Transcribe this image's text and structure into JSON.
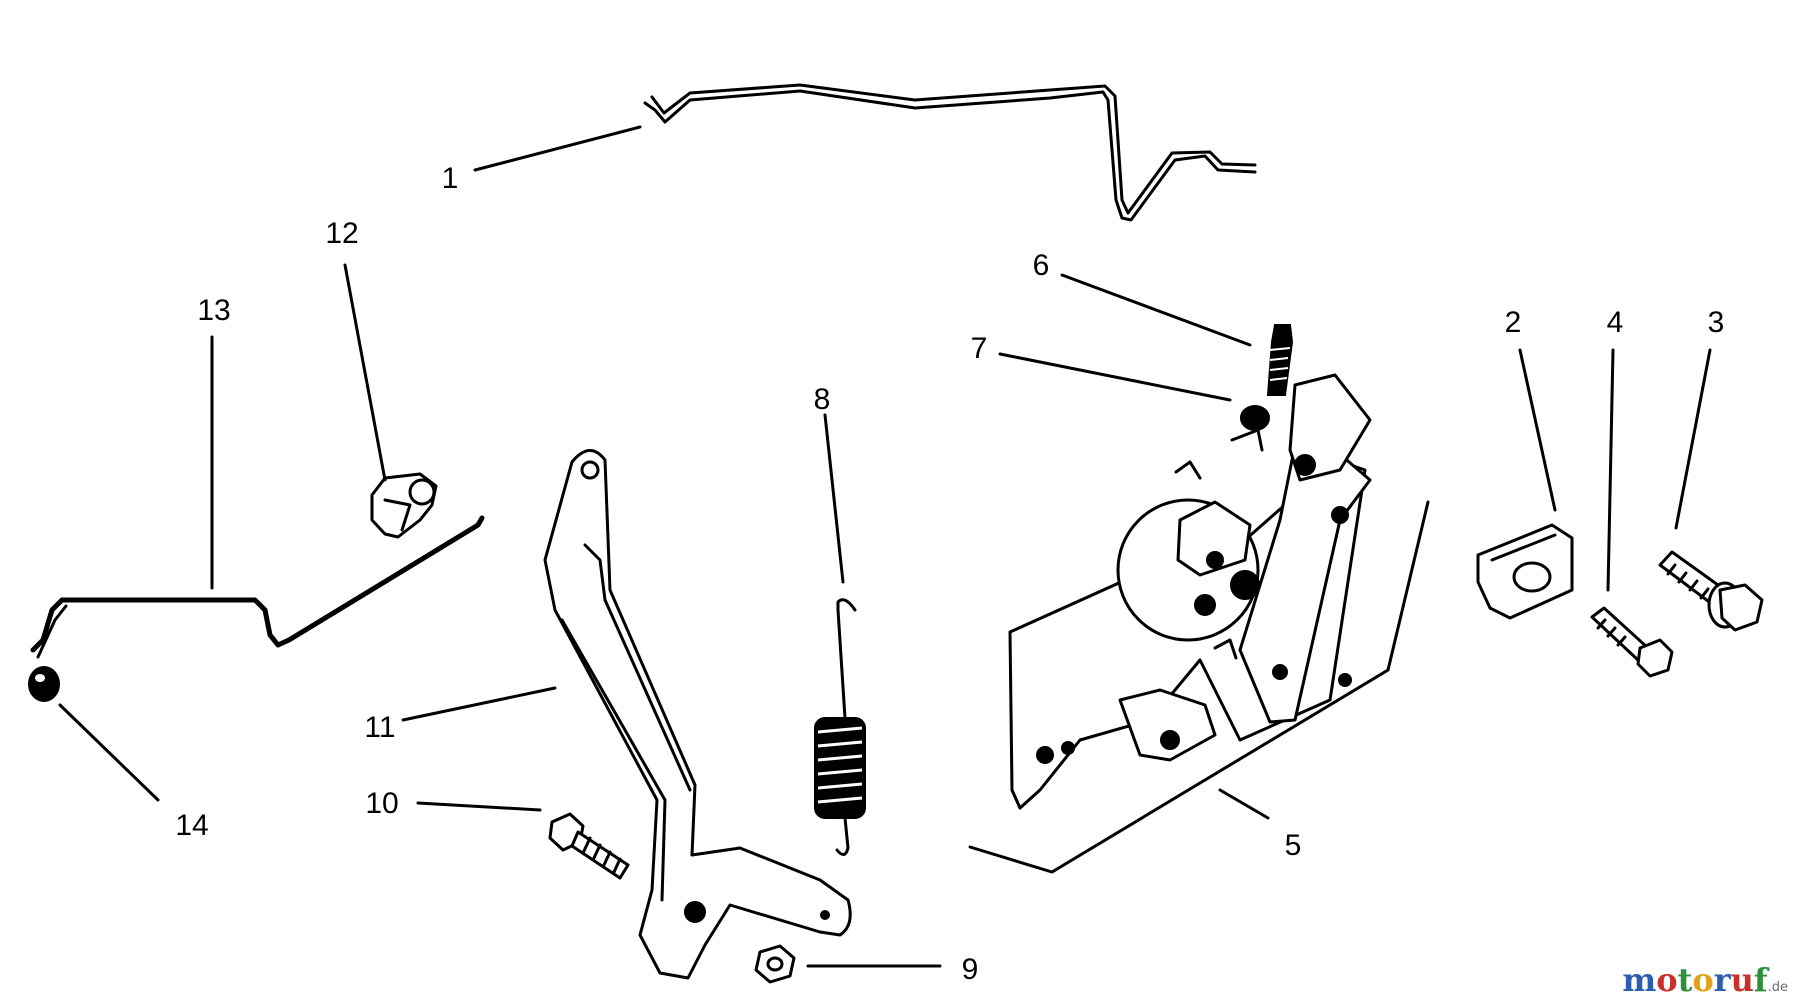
{
  "diagram": {
    "callouts": [
      {
        "id": "1",
        "label": "1"
      },
      {
        "id": "2",
        "label": "2"
      },
      {
        "id": "3",
        "label": "3"
      },
      {
        "id": "4",
        "label": "4"
      },
      {
        "id": "5",
        "label": "5"
      },
      {
        "id": "6",
        "label": "6"
      },
      {
        "id": "7",
        "label": "7"
      },
      {
        "id": "8",
        "label": "8"
      },
      {
        "id": "9",
        "label": "9"
      },
      {
        "id": "10",
        "label": "10"
      },
      {
        "id": "11",
        "label": "11"
      },
      {
        "id": "12",
        "label": "12"
      },
      {
        "id": "13",
        "label": "13"
      },
      {
        "id": "14",
        "label": "14"
      }
    ]
  },
  "watermark": {
    "brand": "motoruf",
    "suffix": ".de",
    "colors": [
      "#2a5db0",
      "#c8302c",
      "#2f8f3a",
      "#e0a21b",
      "#2a5db0",
      "#c8302c",
      "#2f8f3a"
    ]
  }
}
